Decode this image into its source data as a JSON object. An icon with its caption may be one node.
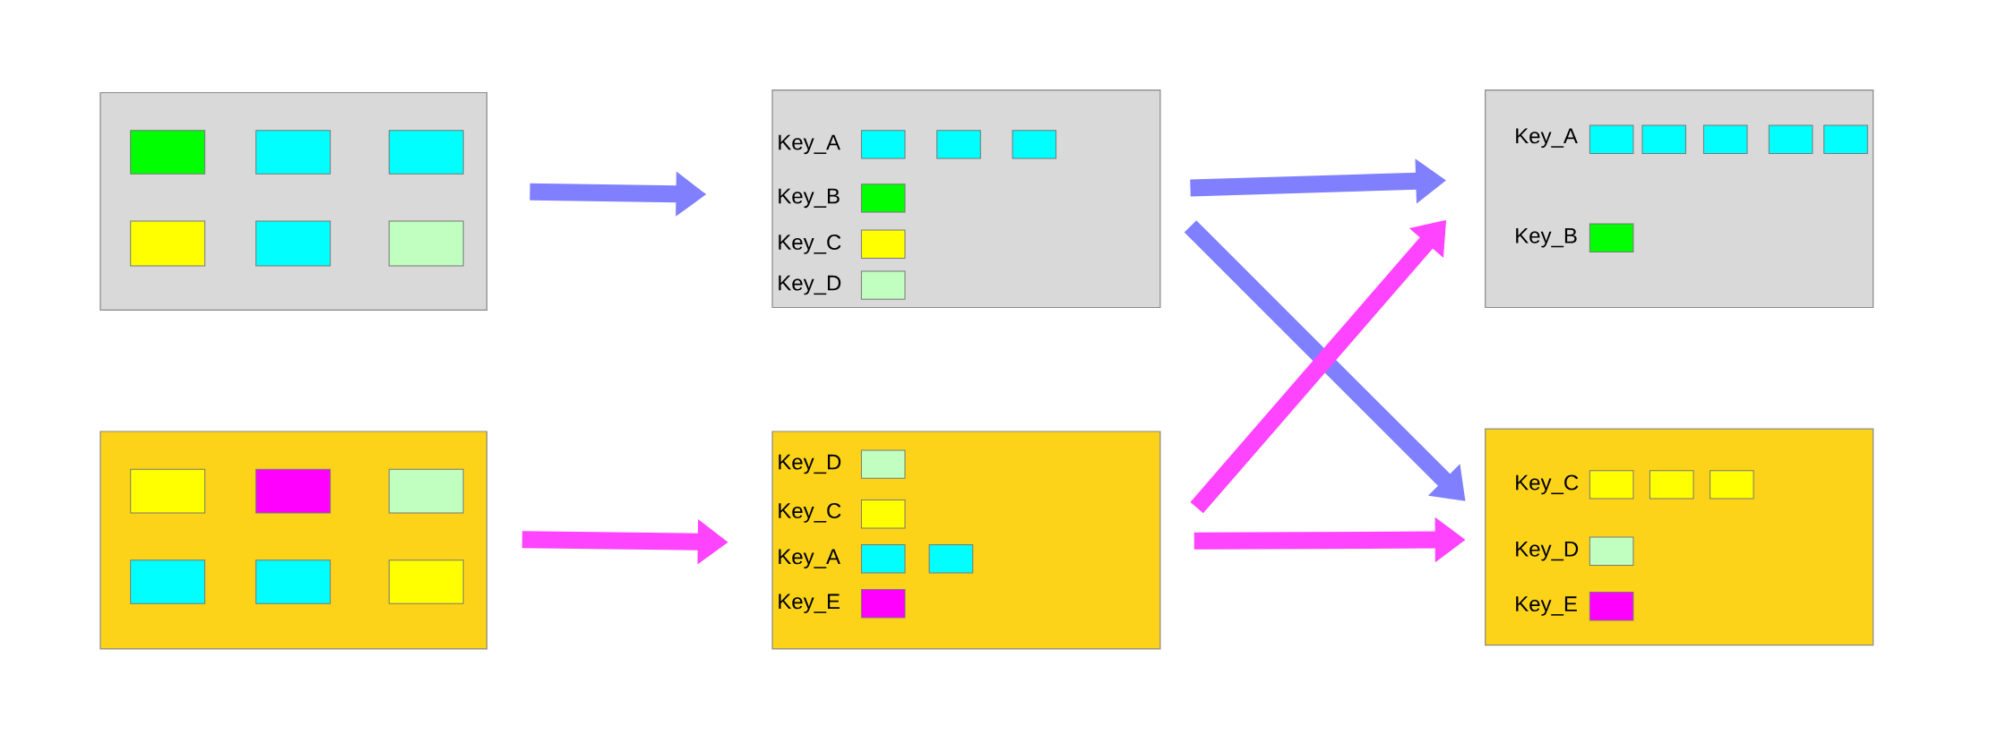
{
  "diagram": {
    "nodes": [
      {
        "text": [],
        "shape": "box"
      },
      {
        "text": [
          "Key_A",
          "Key_B",
          "Key_C",
          "Key_D"
        ]
      },
      {
        "text": [
          "Key_A",
          "Key_B"
        ]
      },
      {
        "text": [],
        "shape": "box"
      },
      {
        "text": [
          "Key_D",
          "Key_C",
          "Key_A",
          "Key_E"
        ]
      },
      {
        "text": [
          "Key_C",
          "Key_D",
          "Key_E"
        ]
      }
    ],
    "edges": [
      {
        "from": 0,
        "to": 1,
        "arrow": "to",
        "color": "#8080ff"
      },
      {
        "from": 1,
        "to": 2,
        "arrow": "to",
        "color": "#8080ff"
      },
      {
        "from": 1,
        "to": 5,
        "arrow": "to",
        "color": "#8080ff"
      },
      {
        "from": 3,
        "to": 4,
        "arrow": "to",
        "color": "#ff44ff"
      },
      {
        "from": 4,
        "to": 2,
        "arrow": "to",
        "color": "#ff44ff"
      },
      {
        "from": 4,
        "to": 5,
        "arrow": "to",
        "color": "#ff44ff"
      }
    ]
  }
}
